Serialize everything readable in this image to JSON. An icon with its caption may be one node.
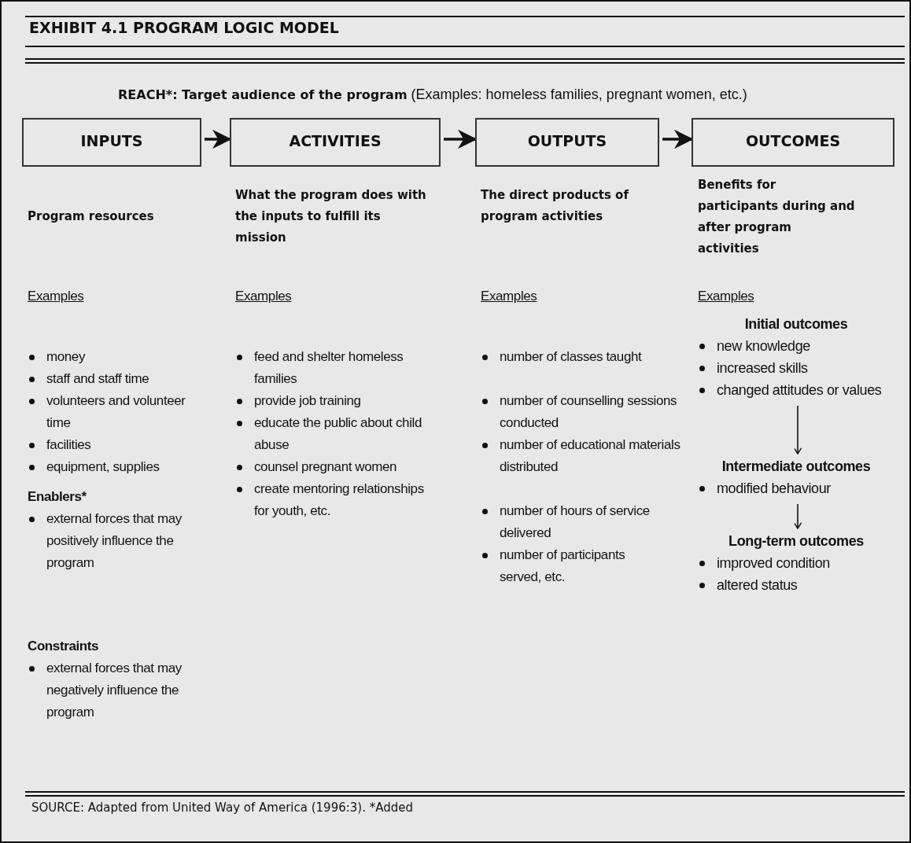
{
  "diagram": {
    "title": "EXHIBIT 4.1 PROGRAM LOGIC MODEL",
    "caption": "SOURCE: Adapted from United Way of America (1996:3). *Added",
    "nodes": [
      {
        "text": [
          "INPUTS"
        ]
      },
      {
        "text": [
          "ACTIVITIES"
        ]
      },
      {
        "text": [
          "OUTPUTS"
        ]
      },
      {
        "text": [
          "OUTCOMES"
        ]
      },
      {
        "text": [
          "Initial outcomes",
          "new knowledge",
          "increased skills",
          "changed attitudes or values"
        ]
      },
      {
        "text": [
          "Intermediate  outcomes",
          "modified behaviour"
        ]
      },
      {
        "text": [
          "Long-term  outcomes",
          "improved condition",
          "altered status"
        ]
      }
    ],
    "edges": [
      {
        "from": 0,
        "to": 1,
        "arrow": "to"
      },
      {
        "from": 1,
        "to": 2,
        "arrow": "to"
      },
      {
        "from": 2,
        "to": 3,
        "arrow": "to"
      },
      {
        "from": 4,
        "to": 5,
        "arrow": "to"
      },
      {
        "from": 5,
        "to": 6,
        "arrow": "to"
      }
    ],
    "labels": [
      "**REACH*: Target audience of the program** (Examples: homeless families, pregnant women, etc.)",
      "Program resources",
      "Examples",
      "money",
      "staff and staff time",
      "volunteers and volunteer time",
      "facilities",
      "equipment, supplies",
      "Enablers*",
      "external forces that may positively influence the program",
      "Constraints",
      "external forces that may negatively influence the program",
      "What the program does with the inputs to fulfill its mission",
      "Examples",
      "feed and shelter homeless families",
      "provide job training",
      "educate the public about child abuse",
      "counsel pregnant women",
      "create mentoring relationships for youth, etc.",
      "The direct products of program activities",
      "Examples",
      "number of classes taught",
      "number of counselling sessions conducted",
      "number of educational materials distributed",
      "number of hours of service delivered",
      "number of participants served, etc.",
      "Benefits for participants during and after program activities",
      "Examples"
    ]
  }
}
